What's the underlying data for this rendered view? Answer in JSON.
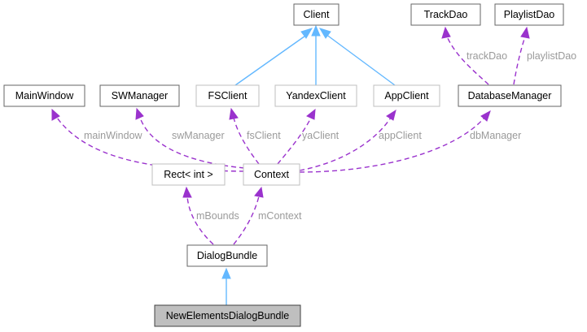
{
  "nodes": {
    "client": "Client",
    "track_dao": "TrackDao",
    "playlist_dao": "PlaylistDao",
    "main_window": "MainWindow",
    "sw_manager": "SWManager",
    "fs_client": "FSClient",
    "yandex_client": "YandexClient",
    "app_client": "AppClient",
    "database_manager": "DatabaseManager",
    "rect": "Rect< int >",
    "context": "Context",
    "dialog_bundle": "DialogBundle",
    "new_elements_dialog_bundle": "NewElementsDialogBundle"
  },
  "edges": {
    "track_dao": "trackDao",
    "playlist_dao": "playlistDao",
    "main_window": "mainWindow",
    "sw_manager": "swManager",
    "fs_client": "fsClient",
    "ya_client": "yaClient",
    "app_client": "appClient",
    "db_manager": "dbManager",
    "m_bounds": "mBounds",
    "m_context": "mContext"
  },
  "colors": {
    "inheritance": "#63b8ff",
    "member": "#9a32cd",
    "current_node_fill": "#bfbfbf"
  }
}
